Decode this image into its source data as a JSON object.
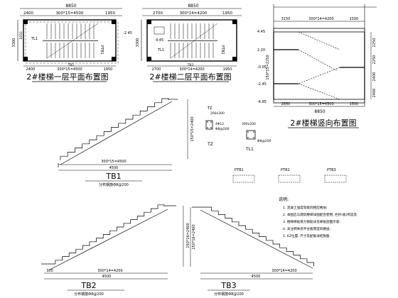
{
  "plan1": {
    "total_width": "8850",
    "dims_top": [
      "2400",
      "300*15=4500",
      "1950"
    ],
    "dims_bottom": [
      "2400",
      "300*15=4500",
      "1950"
    ],
    "left_dims": [
      "3300",
      "1650"
    ],
    "level": "-2.45",
    "labels": [
      "TL1",
      "PTB1",
      "TB1"
    ],
    "title": "2#楼梯一层平面布置图"
  },
  "plan2": {
    "total_width": "8850",
    "dims_top": [
      "2700",
      "300*14=4200",
      "1950"
    ],
    "dims_bottom": [
      "2700",
      "300*14=4200",
      "1950"
    ],
    "left_dims": [
      "3300"
    ],
    "level": "4.45",
    "labels": [
      "TL1",
      "PTB2",
      "TB2"
    ],
    "title": "2#楼梯二层平面布置图"
  },
  "section": {
    "total_width": "8850",
    "top_dims": [
      "3150",
      "300*14=4200",
      "1500"
    ],
    "bottom_dims": [
      "2850",
      "300*15=4500",
      "1500"
    ],
    "right_dims": [
      "2250",
      "2250",
      "2400",
      "2400"
    ],
    "left_levels": [
      "4.45",
      "2.20",
      "-0.05",
      "-2.45",
      "-4.85"
    ],
    "left_vertical": "150*15=2250",
    "title": "2#楼梯竖向布置图"
  },
  "tb1": {
    "title": "TB1",
    "rise": "150*15=2400",
    "run": "300*15=4500",
    "total": "4500",
    "rebar": "分布钢筋Φ8@200"
  },
  "tb2": {
    "title": "TB2",
    "rise": "150*16=2400",
    "run": "300*14=4200",
    "total": "4500",
    "rebar": "分布钢筋Φ8@200",
    "offset": "300"
  },
  "tb3": {
    "title": "TB3",
    "rise": "150*16=2400",
    "run": "300*14=4200",
    "total": "4500",
    "rebar": "分布钢筋Φ8@200"
  },
  "details": {
    "tz_label": "TZ",
    "tz_size": "200x300",
    "tz_rebar": "4Φ12",
    "tz_tie": "Φ8@200",
    "tz_name": "TZ",
    "tl_size": "300x200",
    "tl_rebar": "Φ8@200",
    "tl_name": "TL1",
    "ptb_labels": [
      "PTB1",
      "PTB2",
      "PTB3"
    ]
  },
  "notes": {
    "heading": "说明:",
    "lines": [
      "1. 混凝土强度等级同相应楼层;",
      "2. 本图应与建筑楼梯详图配合使用, 栏杆(板)构造及",
      "3. 楼梯梯板受力钢筋详见梯板剖面示意;",
      "4. 未注明休息平台板厚度同楼层;",
      "5. KZ位置, 尺寸及配筋详结施图."
    ]
  },
  "colors": {
    "line": "#000000",
    "background": "#ffffff"
  }
}
